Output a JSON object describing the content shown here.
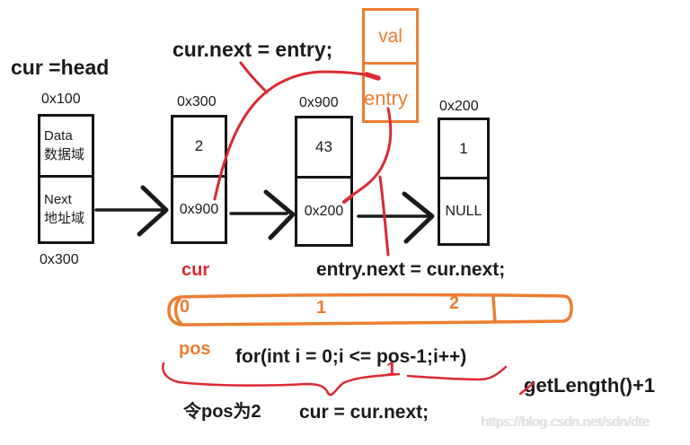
{
  "colors": {
    "orange": "#ED7D31",
    "red": "#DC2A32",
    "black": "#1B1B1B",
    "watermark": "#DCDCDC"
  },
  "annotations": {
    "cur_head": "cur =head",
    "cur_next_entry": "cur.next = entry;",
    "entry_next_cur_next": "entry.next = cur.next;",
    "cur_pointer_label": "cur",
    "pos_label": "pos",
    "for_loop": "for(int i = 0;i <= pos-1;i++)",
    "loop_count_mark": "1",
    "let_pos_be_2": "令pos为2",
    "cur_advance": "cur = cur.next;",
    "get_length": "getLength()+1",
    "watermark": "https://blog.csdn.net/sdn/dte"
  },
  "head_node": {
    "addr_label": "0x100",
    "data_field_en": "Data",
    "data_field_cn": "数据域",
    "next_field_en": "Next",
    "next_field_cn": "地址域",
    "next_value_label": "0x300"
  },
  "nodes": [
    {
      "addr_label": "0x300",
      "data": "2",
      "next": "0x900"
    },
    {
      "addr_label": "0x900",
      "data": "43",
      "next": "0x200"
    },
    {
      "addr_label": "0x200",
      "data": "1",
      "next": "NULL"
    }
  ],
  "entry_node": {
    "data_label": "val",
    "name_label": "entry"
  },
  "pos_array": {
    "index_0": "0",
    "index_1": "1",
    "index_2": "2"
  }
}
